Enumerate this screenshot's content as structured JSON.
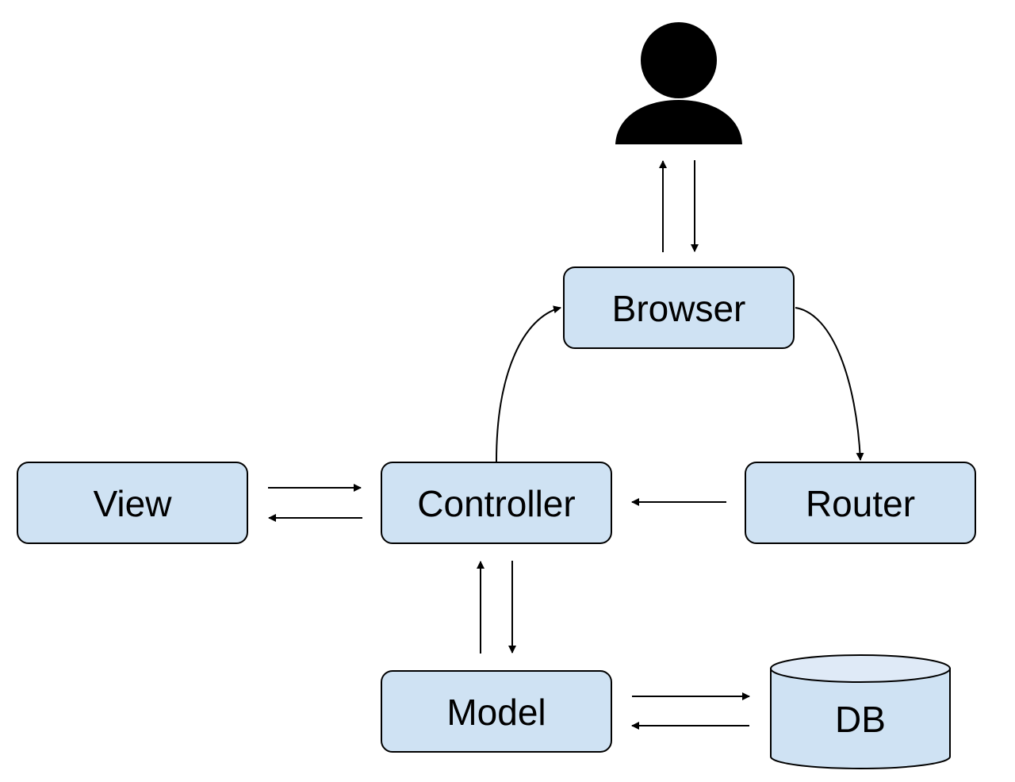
{
  "nodes": {
    "browser": "Browser",
    "view": "View",
    "controller": "Controller",
    "router": "Router",
    "model": "Model",
    "db": "DB"
  },
  "colors": {
    "box_fill": "#cfe2f3",
    "db_top_fill": "#dfeaf7",
    "stroke": "#000000",
    "user_icon": "#000000"
  },
  "icons": {
    "user": "user-icon"
  }
}
